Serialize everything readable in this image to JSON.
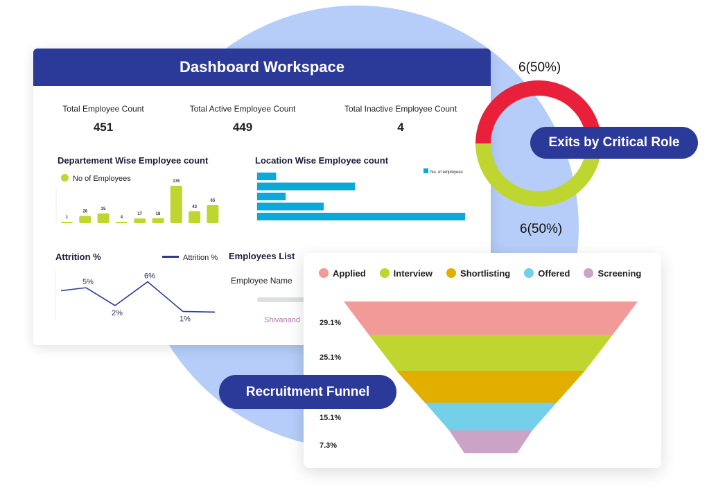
{
  "header": {
    "title": "Dashboard Workspace"
  },
  "kpis": [
    {
      "label": "Total Employee Count",
      "value": "451"
    },
    {
      "label": "Total Active Employee Count",
      "value": "449"
    },
    {
      "label": "Total Inactive Employee Count",
      "value": "4"
    }
  ],
  "dept_chart": {
    "title": "Departement Wise Employee count",
    "legend": "No of Employees",
    "values": [
      1,
      26,
      35,
      4,
      17,
      18,
      135,
      43,
      65
    ],
    "labels": [
      "1",
      "26",
      "35",
      "4",
      "17",
      "18",
      "135",
      "43",
      "65"
    ],
    "color": "#bfd630"
  },
  "loc_chart": {
    "title": "Location Wise Employee count",
    "legend": "No. of employees",
    "values": [
      14,
      72,
      21,
      49,
      153
    ],
    "color": "#0aa9d8"
  },
  "attrition": {
    "title": "Attrition %",
    "legend": "Attrition %",
    "values": [
      4.5,
      5,
      2,
      6,
      1,
      0.9
    ],
    "labels": [
      "",
      "5%",
      "2%",
      "6%",
      "1%",
      ""
    ],
    "color": "#2b3a98"
  },
  "employees_list": {
    "title": "Employees List",
    "column": "Employee Name",
    "row": "Shivanand"
  },
  "exits": {
    "title": "Exits by Critical Role",
    "top_label": "6(50%)",
    "bottom_label": "6(50%)",
    "colors": [
      "#e8203a",
      "#bfd630"
    ]
  },
  "funnel": {
    "title": "Recruitment Funnel",
    "legend": [
      {
        "label": "Applied",
        "color": "#f29a98"
      },
      {
        "label": "Interview",
        "color": "#bfd630"
      },
      {
        "label": "Shortlisting",
        "color": "#e2ae00"
      },
      {
        "label": "Offered",
        "color": "#74cfe8"
      },
      {
        "label": "Screening",
        "color": "#cba3c6"
      }
    ],
    "pcts": [
      "29.1%",
      "25.1%",
      "",
      "15.1%",
      "7.3%"
    ]
  }
}
